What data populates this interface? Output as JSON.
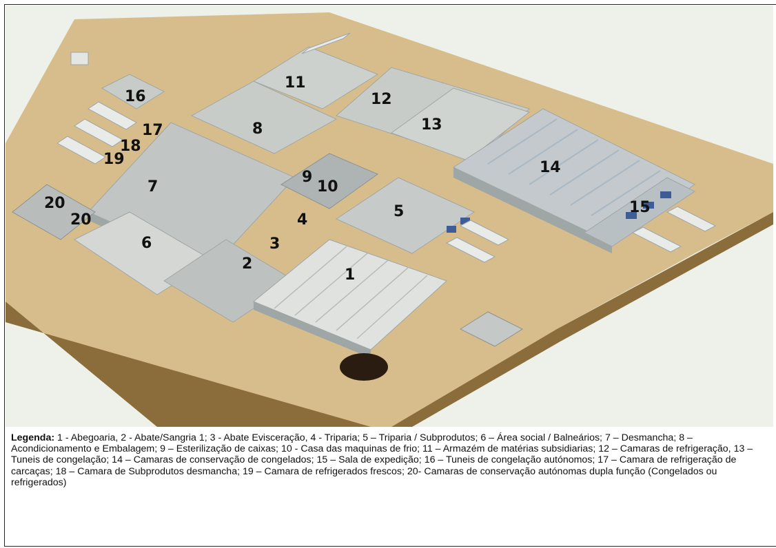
{
  "figure": {
    "labels": [
      "1",
      "2",
      "3",
      "4",
      "5",
      "6",
      "7",
      "8",
      "9",
      "10",
      "11",
      "12",
      "13",
      "14",
      "15",
      "16",
      "17",
      "18",
      "19",
      "20",
      "20"
    ],
    "colors": {
      "ground": "#d7bd8b",
      "roof": "#c8ccc8",
      "wall": "#9fa6a6",
      "dock": "#3e5d96",
      "sky": "#eef1e9"
    }
  },
  "legend": {
    "heading": "Legenda:",
    "text": " 1 - Abegoaria, 2 - Abate/Sangria 1; 3 - Abate Evisceração, 4 - Triparia; 5 – Triparia / Subprodutos; 6 – Área social / Balneários; 7 – Desmancha; 8 – Acondicionamento e Embalagem; 9 – Esterilização de caixas; 10 - Casa das maquinas de frio; 11 – Armazém de matérias subsidiarias; 12 – Camaras de refrigeração, 13 – Tuneis de congelação; 14 – Camaras de conservação de congelados; 15 – Sala de expedição; 16 – Tuneis de congelação autónomos; 17 – Camara de refrigeração de carcaças; 18 – Camara de Subprodutos desmancha; 19 – Camara de refrigerados frescos; 20- Camaras de conservação autónomas dupla função (Congelados ou refrigerados)"
  }
}
